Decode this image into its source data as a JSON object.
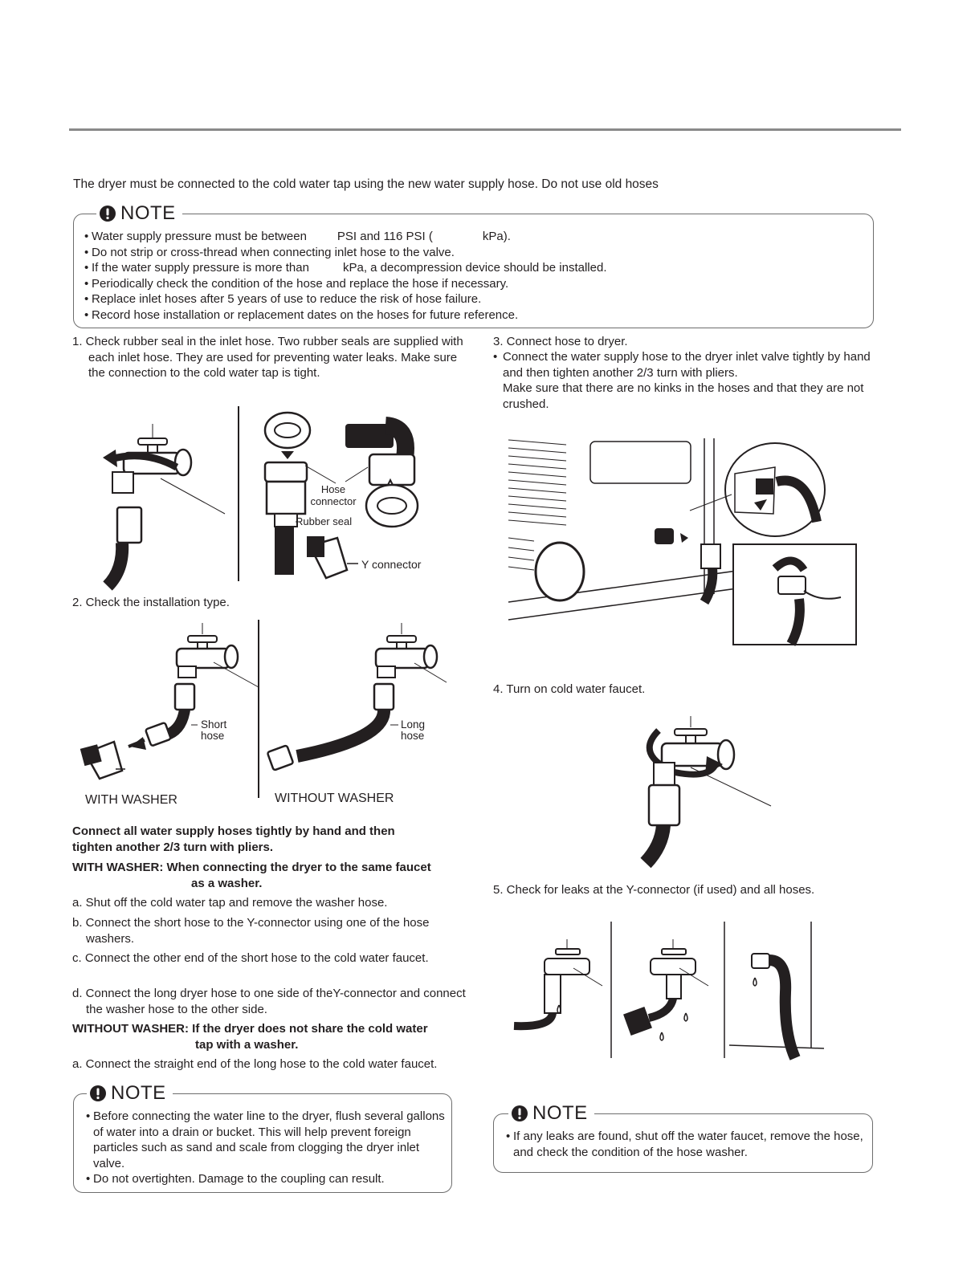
{
  "intro": "The dryer must be connected to the cold water tap using the new water supply hose. Do not use old hoses",
  "note_label": "NOTE",
  "top_note": {
    "item1_a": "Water supply pressure must be between",
    "item1_b": "PSI and 116 PSI (",
    "item1_c": "kPa).",
    "item2": "Do not strip or cross-thread when connecting inlet hose to the valve.",
    "item3_a": "If the water supply pressure is more than",
    "item3_b": "kPa, a decompression device should be installed.",
    "item4": "Periodically check the condition of the hose and replace the hose if necessary.",
    "item5": "Replace inlet hoses after 5 years of use to reduce the risk of hose failure.",
    "item6": "Record hose installation or replacement dates on the hoses for future reference."
  },
  "step1": {
    "text": "1.  Check rubber seal in the inlet hose. Two rubber seals are supplied with each inlet hose. They are used for preventing water leaks. Make sure the connection to the cold water tap is tight.",
    "label_hose_connector_1": "Hose",
    "label_hose_connector_2": "connector",
    "label_rubber_seal": "Rubber seal",
    "label_y_connector": "Y connector"
  },
  "step2": {
    "text": "2. Check the installation type.",
    "label_short_1": "Short",
    "label_short_2": "hose",
    "label_long_1": "Long",
    "label_long_2": "hose",
    "caption_with": "WITH WASHER",
    "caption_without": "WITHOUT WASHER"
  },
  "instructions": {
    "bold_line": "Connect all water supply hoses tightly by hand and then tighten another 2/3 turn with pliers.",
    "with_heading_1": "WITH WASHER: When connecting the dryer to the same faucet",
    "with_heading_2": "as a washer.",
    "with_a": "a. Shut off the cold water tap and remove the washer hose.",
    "with_b": "b. Connect the short hose to the Y-connector using one of the hose washers.",
    "with_c": "c. Connect the other end of the short hose to the cold water faucet.",
    "with_d": "d. Connect the long dryer hose to one side of theY-connector and connect the washer hose to the other side.",
    "without_heading_1": "WITHOUT WASHER: If the dryer does not share the cold water",
    "without_heading_2": "tap with a washer.",
    "without_a": "a. Connect the straight end of the long hose to the cold water faucet."
  },
  "bottom_left_note": {
    "item1": "Before connecting the water line to the dryer, flush several gallons of water into a drain or bucket. This will help prevent foreign particles such as sand and scale from clogging the dryer inlet valve.",
    "item2": "Do not overtighten. Damage to the coupling can result."
  },
  "step3": {
    "title": "3. Connect hose to dryer.",
    "bullet": "Connect the water supply hose to the dryer inlet valve tightly by hand and then tighten another 2/3 turn with pliers.",
    "bullet_cont": "Make sure that there are no kinks in the hoses and that they are not crushed."
  },
  "step4": {
    "text": "4. Turn on cold water faucet."
  },
  "step5": {
    "text": "5. Check for leaks at the Y-connector (if used) and all hoses."
  },
  "bottom_right_note": {
    "item1": "If any leaks are found, shut off the water faucet, remove the hose, and check the condition of the hose washer."
  },
  "colors": {
    "rule": "#8a8a8a",
    "border": "#6d6d6d",
    "ink": "#231f20"
  }
}
